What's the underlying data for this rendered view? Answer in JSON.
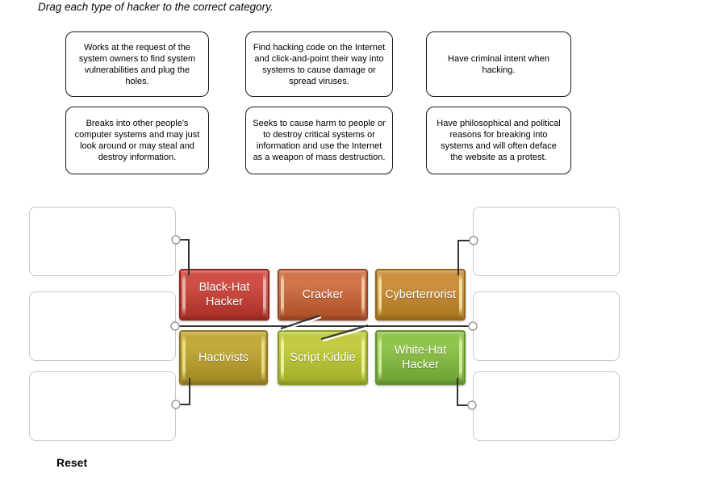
{
  "instruction": "Drag each type of hacker to the correct category.",
  "reset_button": "Reset",
  "cards": [
    {
      "text": "Works at the request of the system owners to find system vulnerabilities and plug the holes."
    },
    {
      "text": "Find hacking code on the Internet and click-and-point their way into systems to cause damage or spread viruses."
    },
    {
      "text": "Have criminal intent when hacking."
    },
    {
      "text": "Breaks into other people's computer systems and may just look around or may steal and destroy information."
    },
    {
      "text": "Seeks to cause harm to people or to destroy critical systems or information and use the Internet as a weapon of mass destruction."
    },
    {
      "text": "Have philosophical and political reasons for breaking into systems and will often deface the website as a protest."
    }
  ],
  "tiles": [
    {
      "label": "Black-Hat Hacker",
      "gradient_top": "#cf4f46",
      "gradient_bottom": "#a72e27",
      "border": "#93251f",
      "shine": "#eebbb1"
    },
    {
      "label": "Cracker",
      "gradient_top": "#d0744a",
      "gradient_bottom": "#a94e25",
      "border": "#9a441f",
      "shine": "#f4d0ae"
    },
    {
      "label": "Cyberterrorist",
      "gradient_top": "#ca9040",
      "gradient_bottom": "#a9751e",
      "border": "#96671c",
      "shine": "#f8e4a4"
    },
    {
      "label": "Hactivists",
      "gradient_top": "#c3aa3d",
      "gradient_bottom": "#9f8621",
      "border": "#8d791d",
      "shine": "#f0e18b"
    },
    {
      "label": "Script Kiddie",
      "gradient_top": "#c2cb42",
      "gradient_bottom": "#9ead26",
      "border": "#8c9b20",
      "shine": "#f0f4a3"
    },
    {
      "label": "White-Hat Hacker",
      "gradient_top": "#91c44d",
      "gradient_bottom": "#6c9f32",
      "border": "#63932b",
      "shine": "#d6f0a0"
    }
  ],
  "diagram": {
    "connector_color": "#333333",
    "circle_border": "#9b9b9b",
    "zone_border": "#c8c8c8"
  }
}
